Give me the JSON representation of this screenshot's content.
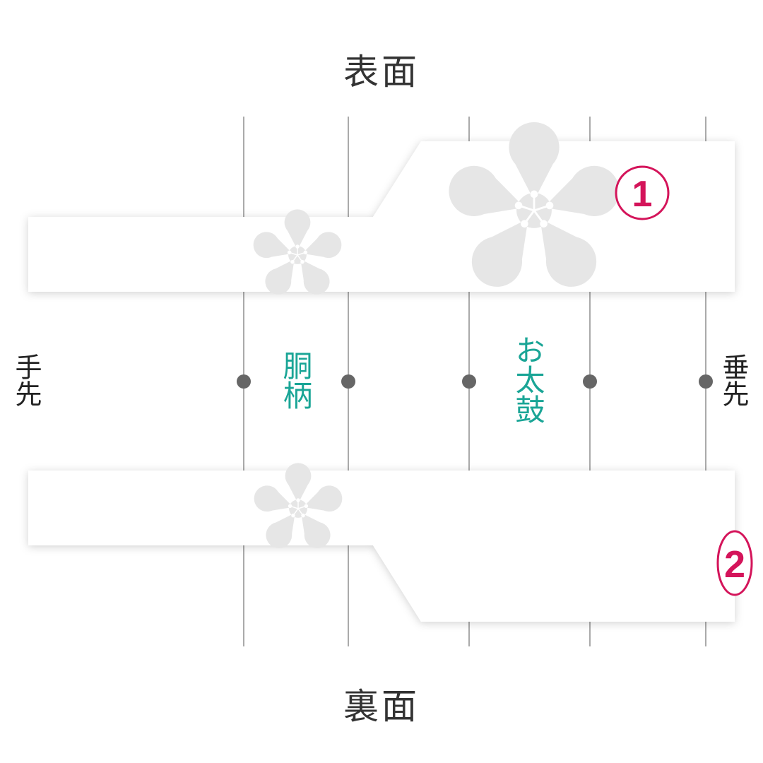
{
  "titles": {
    "front": "表面",
    "back": "裏面"
  },
  "side_labels": {
    "left": "手先",
    "right": "垂先"
  },
  "zone_labels": {
    "body_pattern": "胴柄",
    "otaiko": "お太鼓"
  },
  "markers": {
    "front_number": "1",
    "back_number": "2"
  },
  "colors": {
    "accent_magenta": "#d4145a",
    "teal_text": "#1aa596",
    "flower": "#e6e6e6",
    "guide_line": "#555555",
    "dot": "#666666",
    "heading_text": "#333333"
  }
}
